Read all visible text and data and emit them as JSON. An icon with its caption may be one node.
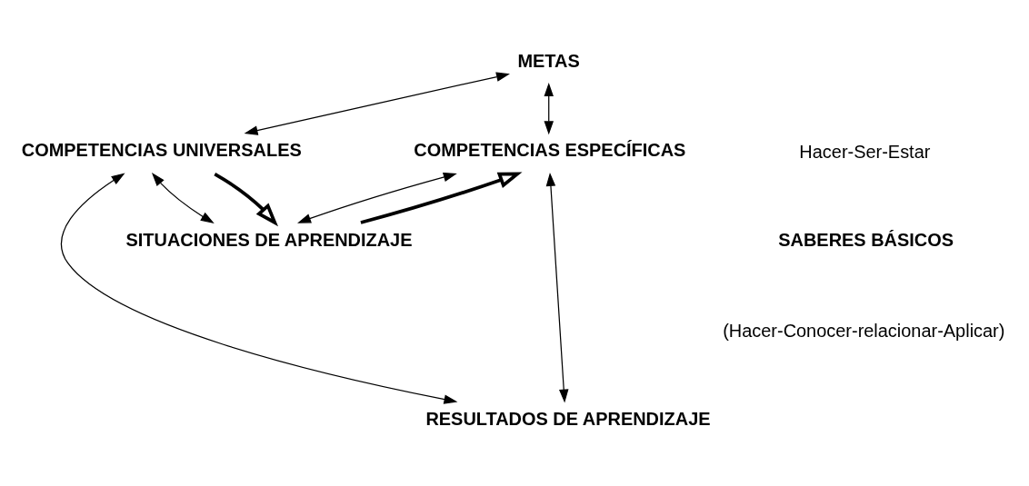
{
  "diagram": {
    "nodes": [
      {
        "text": [
          "METAS"
        ]
      },
      {
        "text": [
          "COMPETENCIAS UNIVERSALES"
        ]
      },
      {
        "text": [
          "COMPETENCIAS ESPECÍFICAS"
        ]
      },
      {
        "text": [
          "RESULTADOS DE APRENDIZAJE"
        ]
      },
      {
        "text": [
          "SITUACIONES DE APRENDIZAJE"
        ]
      }
    ],
    "edges": [
      {
        "from": 0,
        "to": 1,
        "arrow": "both"
      },
      {
        "from": 0,
        "to": 2,
        "arrow": "both"
      },
      {
        "from": 1,
        "to": 3,
        "arrow": "both"
      },
      {
        "from": 1,
        "to": 4,
        "arrow": "both"
      },
      {
        "from": 2,
        "to": 3,
        "arrow": "both"
      },
      {
        "from": 2,
        "to": 4,
        "arrow": "both"
      },
      {
        "from": 1,
        "to": 4,
        "arrow": "to",
        "style": "thick"
      },
      {
        "from": 4,
        "to": 2,
        "arrow": "to",
        "style": "thick"
      }
    ],
    "labels": [
      "Hacer-Ser-Estar",
      "SABERES BÁSICOS",
      "(Hacer-Conocer-relacionar-Aplicar)"
    ]
  }
}
